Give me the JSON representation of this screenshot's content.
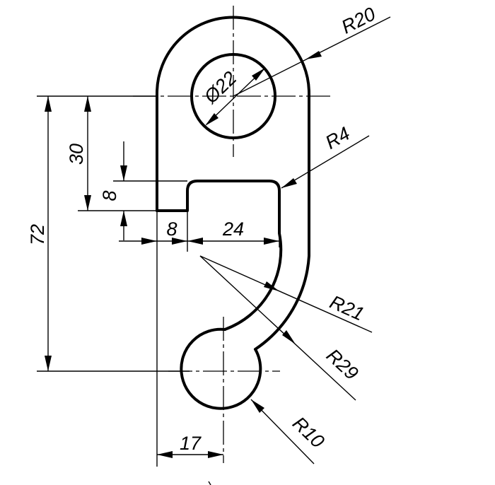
{
  "drawing": {
    "labels": {
      "r20": "R20",
      "d22": "Ø22",
      "r4": "R4",
      "d30": "30",
      "d8v": "8",
      "d72": "72",
      "d8h": "8",
      "d24": "24",
      "r21": "R21",
      "r29": "R29",
      "r10": "R10",
      "d17": "17"
    }
  }
}
